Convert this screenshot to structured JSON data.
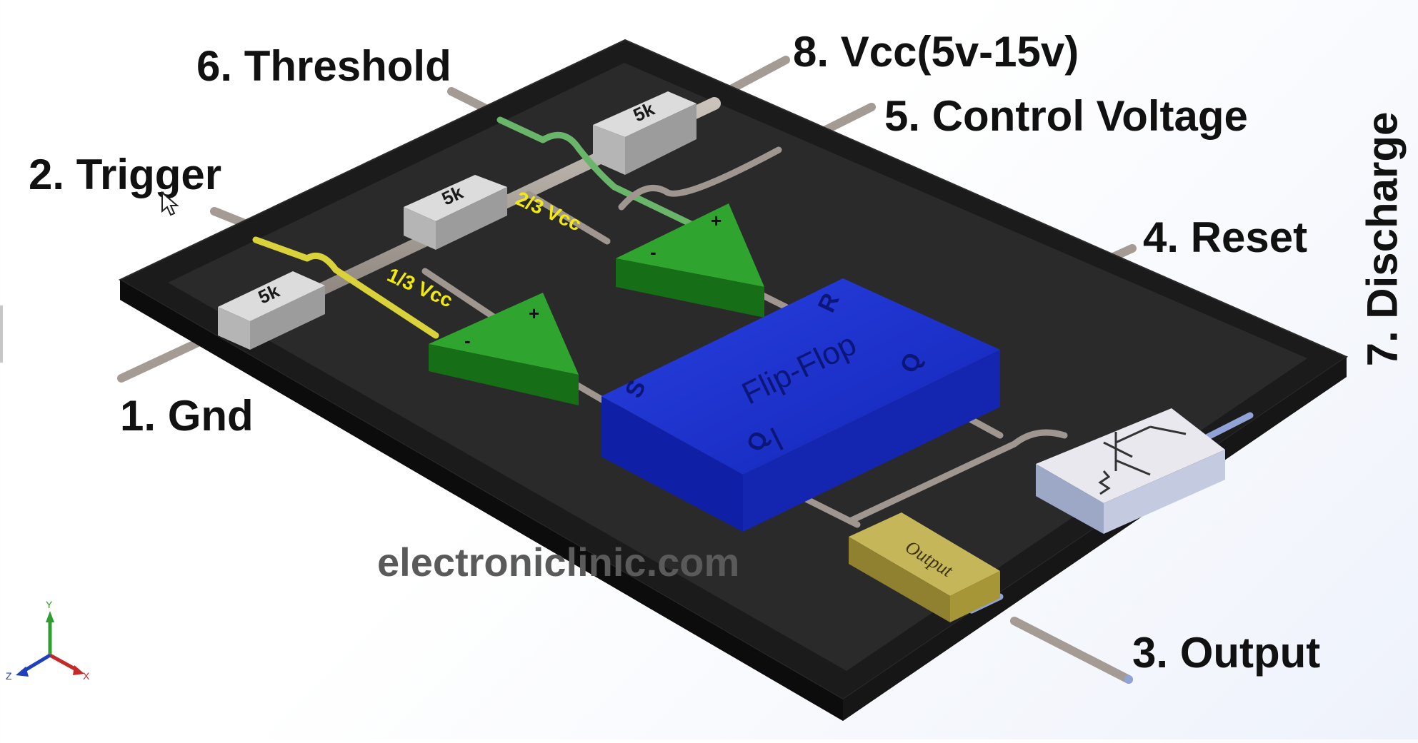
{
  "pins": {
    "threshold": "6. Threshold",
    "vcc": "8. Vcc(5v-15v)",
    "control_voltage": "5. Control Voltage",
    "trigger": "2. Trigger",
    "reset": "4. Reset",
    "discharge": "7. Discharge",
    "gnd": "1. Gnd",
    "output": "3. Output"
  },
  "resistors": [
    "5k",
    "5k",
    "5k"
  ],
  "voltage_labels": {
    "one_third": "1/3 Vcc",
    "two_third": "2/3 Vcc"
  },
  "comparator_signs": {
    "plus": "+",
    "minus": "-"
  },
  "flipflop": {
    "title": "Flip-Flop",
    "s": "S",
    "r": "R",
    "q": "Q",
    "qbar": "Q"
  },
  "output_block": "Output",
  "watermark": "electroniclinic.com",
  "axis": {
    "x": "X",
    "y": "Y",
    "z": "Z"
  },
  "colors": {
    "board": "#1b1b1b",
    "comparator": "#1f8a1f",
    "flipflop": "#1a30c8",
    "output_block": "#b7a63e",
    "wire_yellow": "#d9d23a",
    "wire_green": "#69b56a",
    "vcc_label": "#f2ea0d"
  },
  "icons": [
    "mouse-pointer-icon",
    "axis-triad-icon",
    "transistor-icon"
  ]
}
